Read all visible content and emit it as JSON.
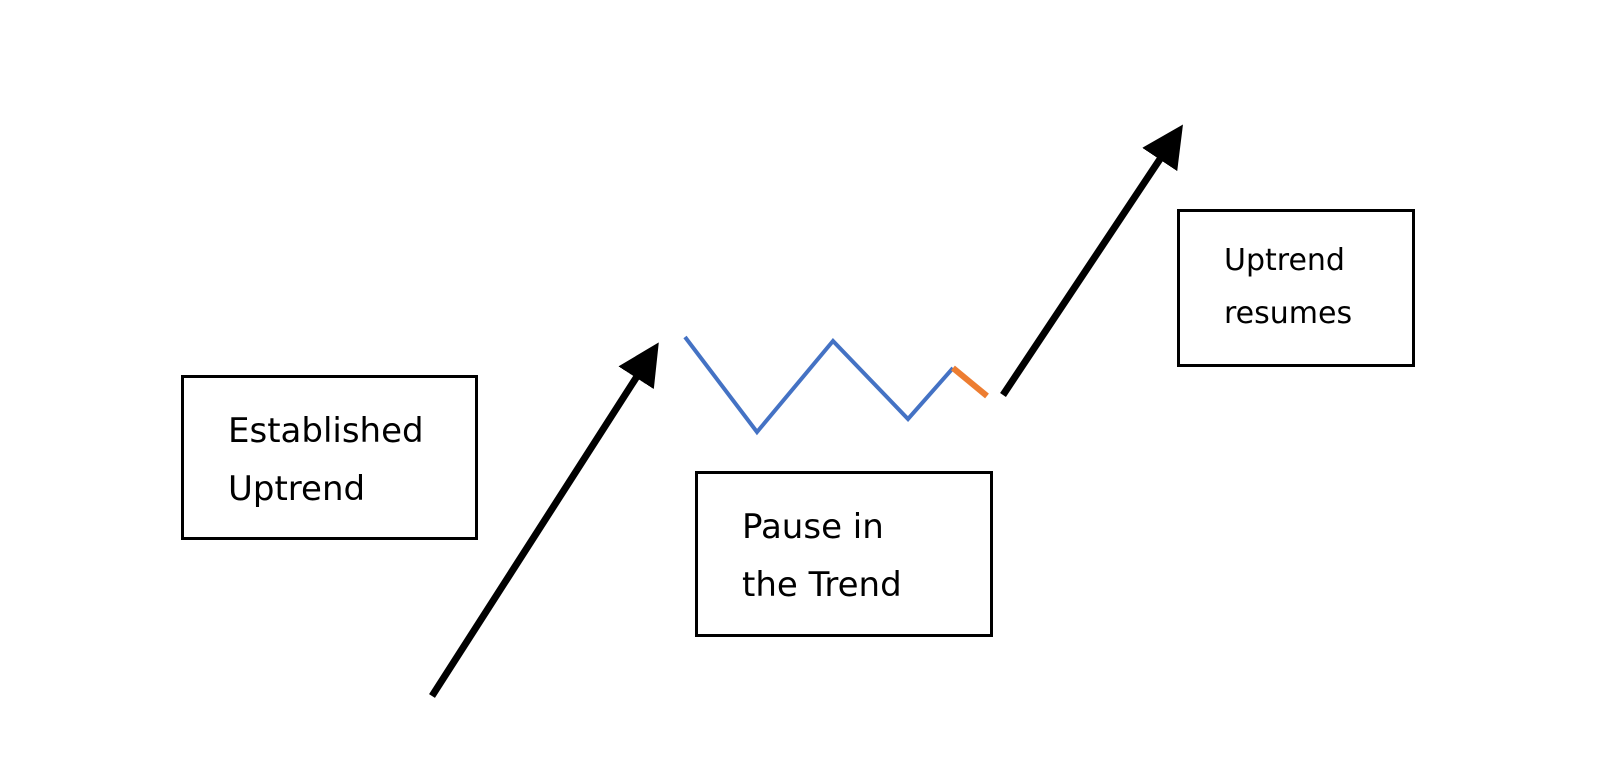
{
  "labels": {
    "established": [
      "Established",
      "Uptrend"
    ],
    "pause": [
      "Pause in",
      "the Trend"
    ],
    "resumes": [
      "Uptrend",
      "resumes"
    ]
  },
  "colors": {
    "background": "#ffffff",
    "arrow": "#000000",
    "box_border": "#000000",
    "text": "#000000",
    "pause_line": "#4472c4",
    "breakout_segment": "#ed7d31"
  }
}
